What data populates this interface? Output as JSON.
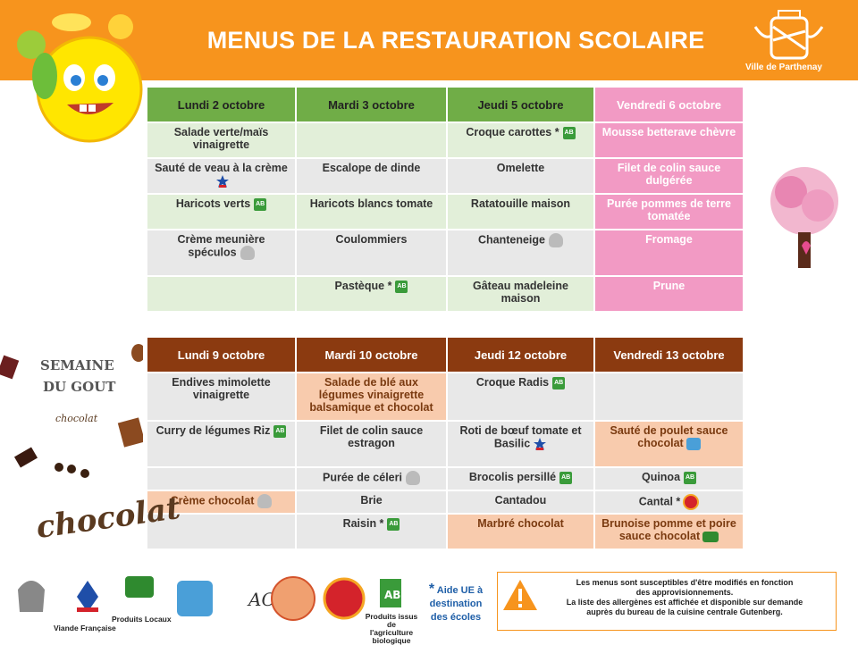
{
  "header": {
    "title": "MENUS DE LA RESTAURATION SCOLAIRE",
    "town": "Ville de Parthenay"
  },
  "week1": {
    "days": [
      "Lundi 2 octobre",
      "Mardi 3 octobre",
      "Jeudi 5 octobre",
      "Vendredi 6 octobre"
    ],
    "rows": [
      [
        "Salade verte/maïs vinaigrette",
        "",
        "Croque carottes *",
        "Mousse betterave chèvre"
      ],
      [
        "Sauté de veau à la crème",
        "Escalope de dinde",
        "Omelette",
        "Filet de colin sauce dulgérée"
      ],
      [
        "Haricots verts",
        "Haricots blancs tomate",
        "Ratatouille maison",
        "Purée pommes de terre tomatée"
      ],
      [
        "Crème meunière spéculos",
        "Coulommiers",
        "Chanteneige",
        "Fromage"
      ],
      [
        "",
        "Pastèque *",
        "Gâteau madeleine maison",
        "Prune"
      ]
    ]
  },
  "week2": {
    "days": [
      "Lundi 9 octobre",
      "Mardi 10 octobre",
      "Jeudi 12 octobre",
      "Vendredi 13 octobre"
    ],
    "rows": [
      [
        "Endives mimolette vinaigrette",
        "Salade de blé aux légumes vinaigrette balsamique et chocolat",
        "Croque Radis",
        ""
      ],
      [
        "Curry de légumes Riz",
        "Filet de colin sauce estragon",
        "Roti de bœuf tomate et Basilic",
        "Sauté de poulet sauce chocolat"
      ],
      [
        "",
        "Purée de céleri",
        "Brocolis persillé",
        "Quinoa"
      ],
      [
        "Crème chocolat",
        "Brie",
        "Cantadou",
        "Cantal *"
      ],
      [
        "",
        "Raisin *",
        "Marbré chocolat",
        "Brunoise pomme et poire sauce chocolat"
      ]
    ]
  },
  "side": {
    "semaine": "SEMAINE",
    "du_gout": "DU GOUT",
    "chocolat_small": "chocolat",
    "chocolat_big": "chocolat"
  },
  "footer": {
    "viande": "Viande Française",
    "produits_locaux": "Produits Locaux",
    "bio": "Produits issus de l'agriculture biologique",
    "aide": [
      "*",
      "Aide UE à destination des écoles"
    ],
    "notice": [
      "Les menus sont susceptibles d'être modifiés en fonction",
      "des approvisionnements.",
      "La liste des allergènes est affichée et disponible sur demande",
      "auprès du bureau de la cuisine centrale Gutenberg."
    ]
  }
}
